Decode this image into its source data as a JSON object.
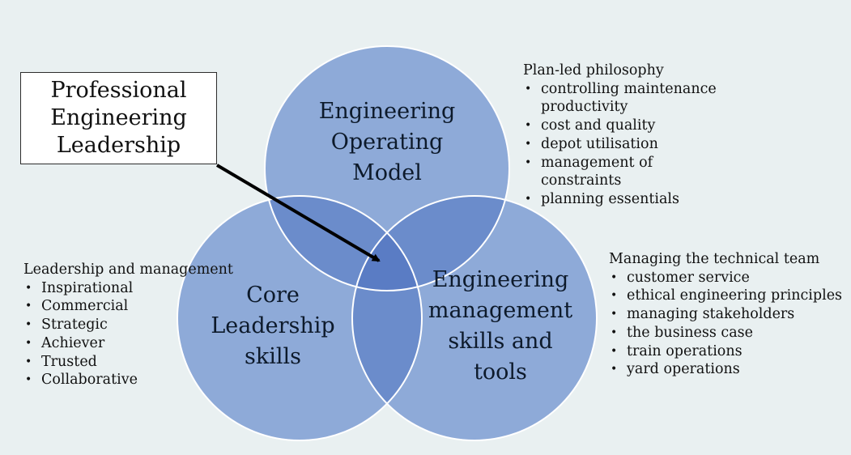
{
  "callout": {
    "lines": [
      "Professional",
      "Engineering",
      "Leadership"
    ]
  },
  "circles": {
    "top": {
      "lines": [
        "Engineering",
        "Operating",
        "Model"
      ]
    },
    "left": {
      "lines": [
        "Core",
        "Leadership",
        "skills"
      ]
    },
    "right": {
      "lines": [
        "Engineering",
        "management",
        "skills and",
        "tools"
      ]
    }
  },
  "top_right_text": {
    "heading": "Plan-led philosophy",
    "items": [
      "controlling maintenance productivity",
      "cost and quality",
      "depot utilisation",
      "management of constraints",
      "planning essentials"
    ]
  },
  "left_text": {
    "heading": "Leadership and management",
    "items": [
      "Inspirational",
      "Commercial",
      "Strategic",
      "Achiever",
      "Trusted",
      "Collaborative"
    ]
  },
  "right_text": {
    "heading": "Managing the technical team",
    "items": [
      "customer service",
      "ethical engineering principles",
      "managing stakeholders",
      "the business case",
      "train operations",
      "yard operations"
    ]
  },
  "colors": {
    "background": "#e9f0f1",
    "circle_fill": "#8eaad8",
    "overlap": "#6b8ccb",
    "center": "#5a7cc4",
    "circle_stroke": "#ffffff"
  }
}
